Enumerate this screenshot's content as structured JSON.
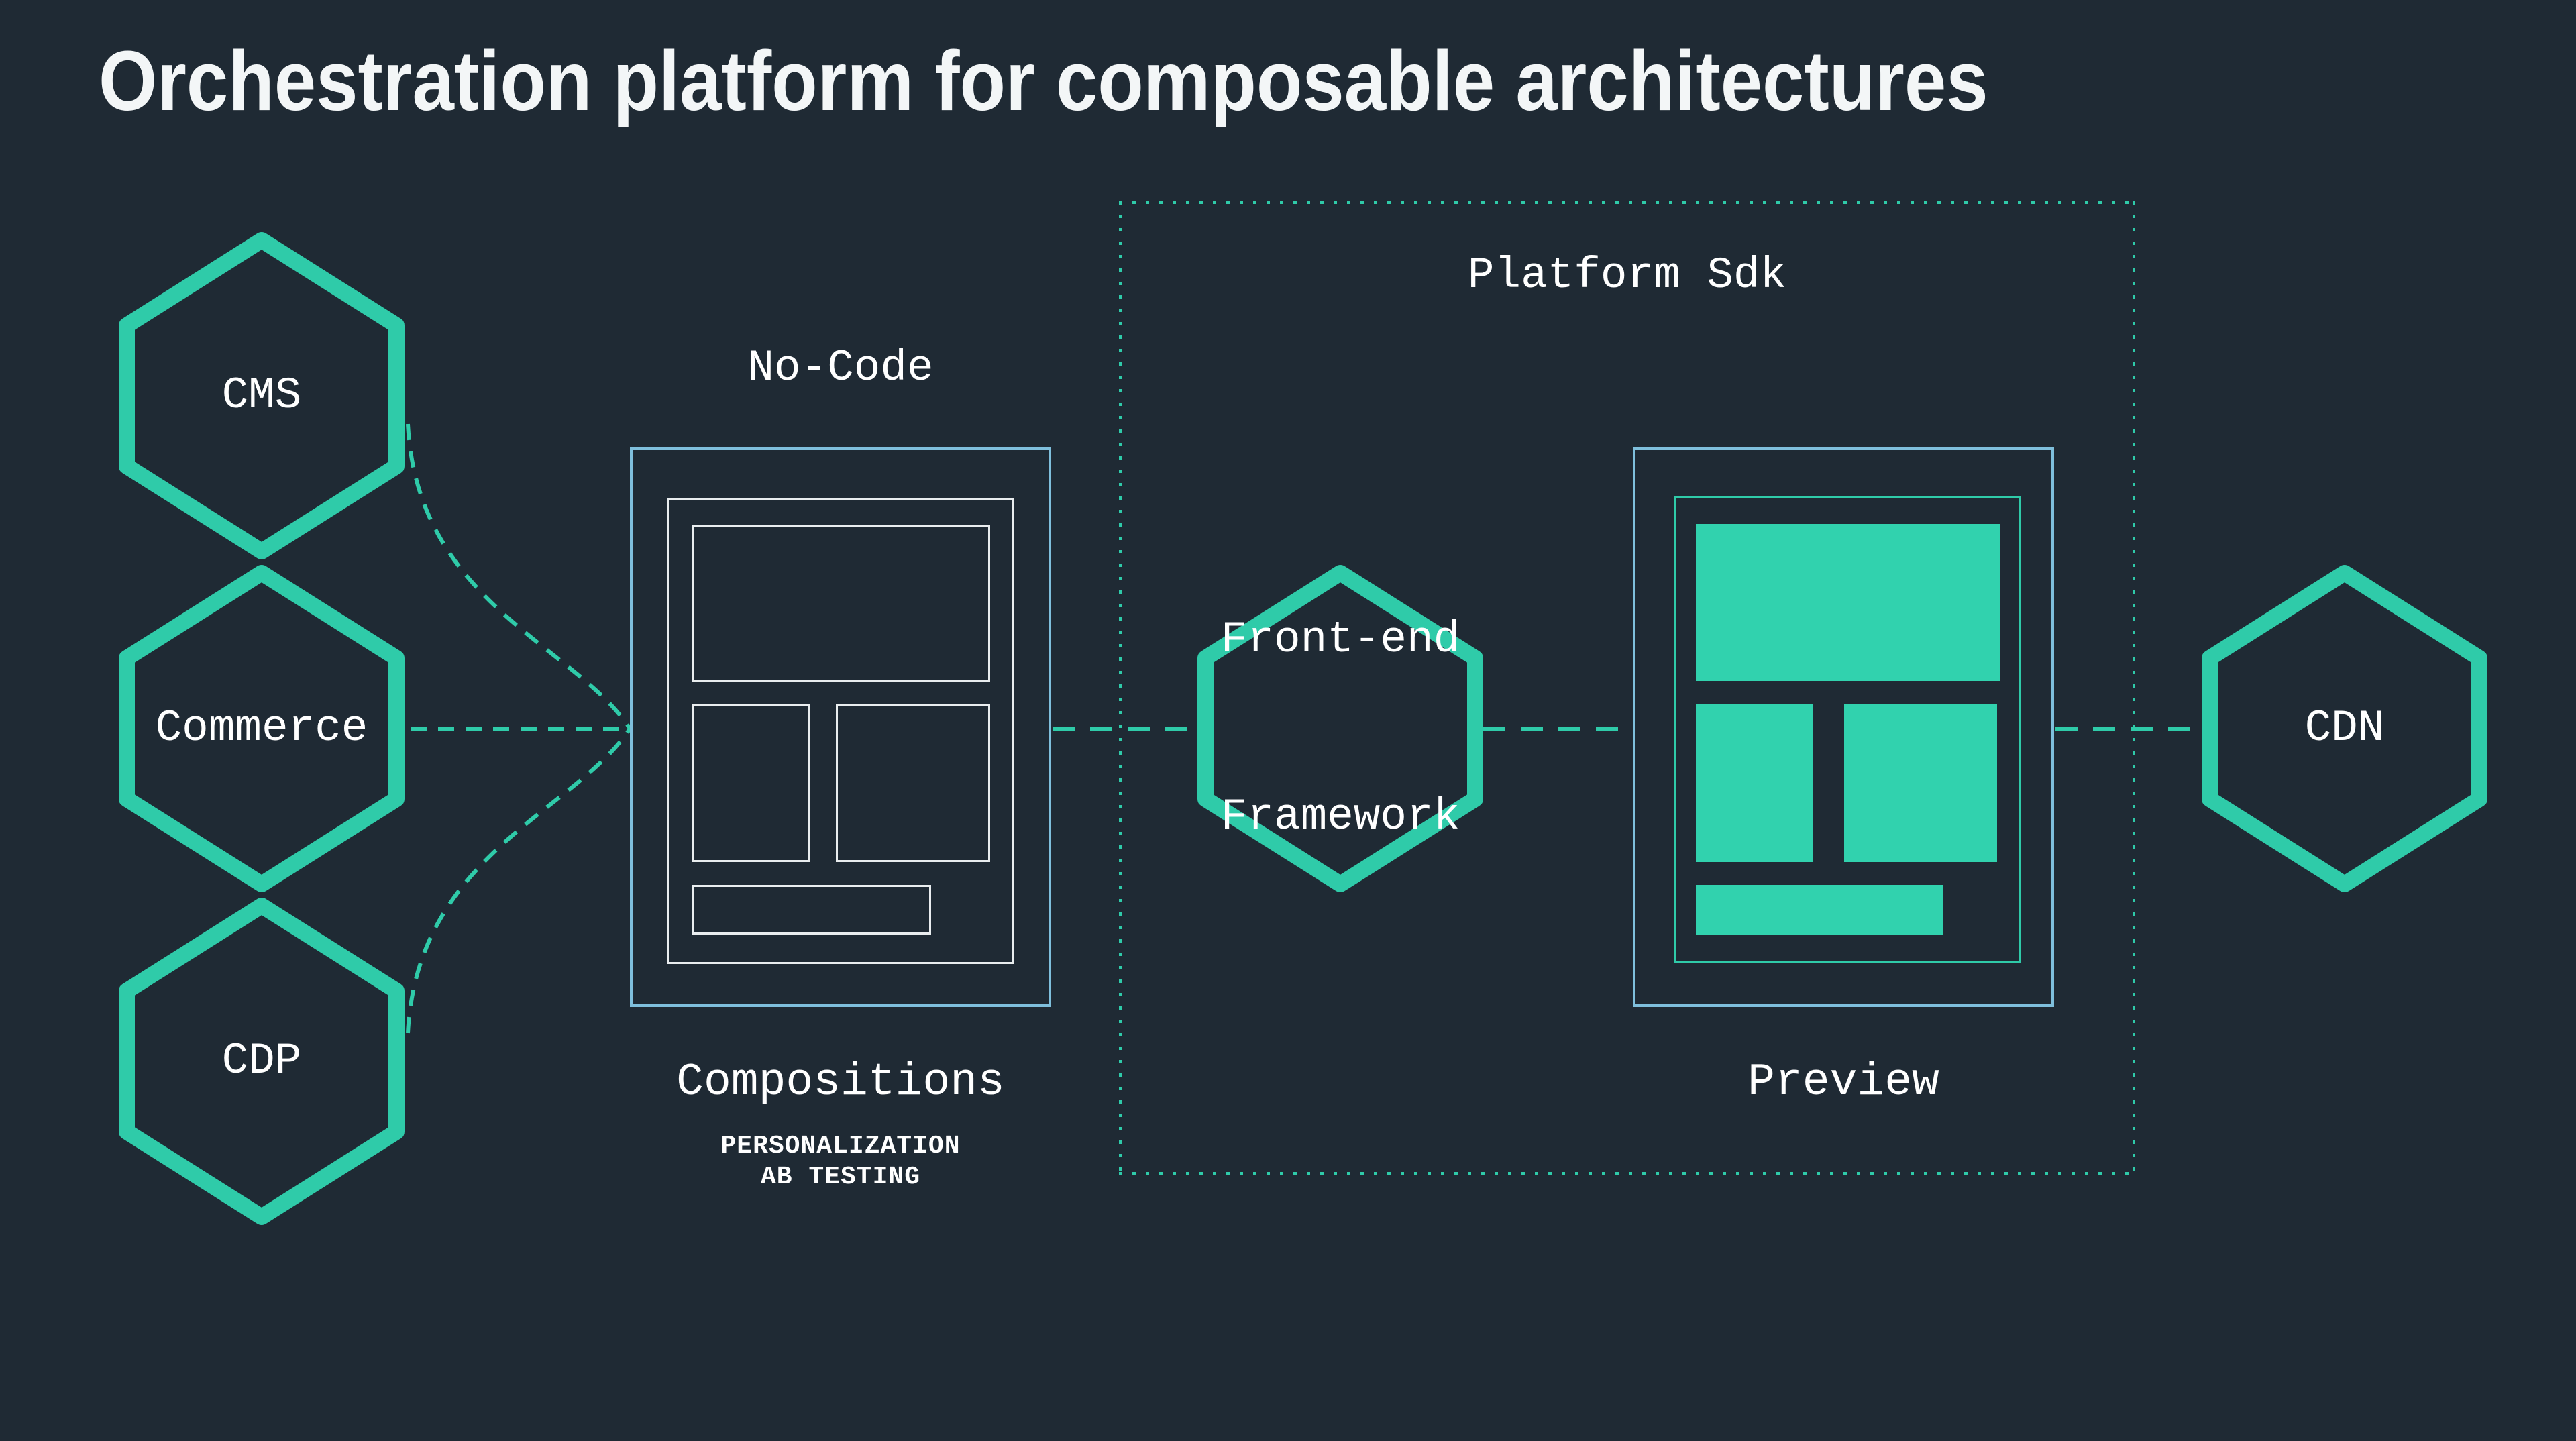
{
  "title": "Orchestration platform for composable architectures",
  "colors": {
    "background": "#1F2A34",
    "teal_accent": "#2FCBA9",
    "teal_fill": "#31D2AE",
    "light_blue_border": "#7FBFDC",
    "text_white": "#FFFFFF",
    "wireframe_stroke": "#E9EDEF",
    "title_color": "#F3F6F7"
  },
  "sources": [
    {
      "label": "CMS"
    },
    {
      "label": "Commerce"
    },
    {
      "label": "CDP"
    }
  ],
  "no_code": {
    "label": "No-Code",
    "caption": "Compositions",
    "feature_line1": "PERSONALIZATION",
    "feature_line2": "AB TESTING"
  },
  "platform_sdk": {
    "label": "Platform Sdk",
    "hexagon": {
      "line1": "Front-end",
      "line2": "Framework"
    },
    "preview_caption": "Preview"
  },
  "cdn": {
    "label": "CDN"
  }
}
